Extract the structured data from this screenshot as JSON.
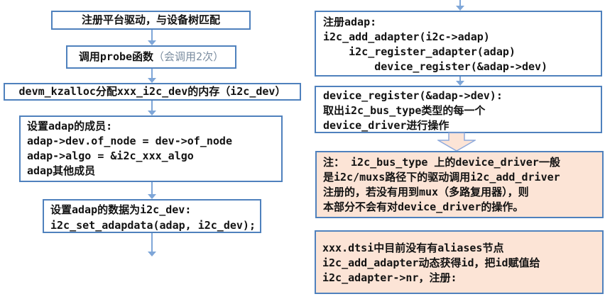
{
  "diagram": {
    "title_hint": "i2c adapter registration flowchart",
    "colors": {
      "box_border": "#4f81bd",
      "arrow": "#7ea6d8",
      "note_fill": "#fce4d6",
      "text": "#121212",
      "muted_text": "#7b8da0"
    },
    "left": {
      "box1": {
        "text": "注册平台驱动，与设备树匹配"
      },
      "box2": {
        "main": "调用probe函数",
        "note": "（会调用2次）"
      },
      "box3": {
        "text": "devm_kzalloc分配xxx_i2c_dev的内存（i2c_dev）"
      },
      "box4": {
        "lines": [
          "设置adap的成员:",
          "adap->dev.of_node = dev->of_node",
          "adap->algo = &i2c_xxx_algo",
          "adap其他成员"
        ]
      },
      "box5": {
        "lines": [
          "设置adap的数据为i2c_dev:",
          "i2c_set_adapdata(adap, i2c_dev);"
        ]
      }
    },
    "right": {
      "box1": {
        "lines": [
          "注册adap:",
          "i2c_add_adapter(i2c->adap)",
          "    i2c_register_adapter(adap)",
          "        device_register(&adap->dev)"
        ]
      },
      "box2": {
        "lines": [
          "device_register(&adap->dev):",
          "取出i2c_bus_type类型的每一个",
          "device_driver进行操作"
        ]
      },
      "note1": {
        "lines": [
          "注： i2c_bus_type 上的device_driver一般",
          "是i2c/muxs路径下的驱动调用i2c_add_driver",
          "注册的，若没有用到mux（多路复用器），则",
          "本部分不会有对device_driver的操作。"
        ]
      },
      "note2": {
        "lines": [
          "xxx.dtsi中目前没有有aliases节点",
          "i2c_add_adapter动态获得id，把id赋值给",
          "i2c_adapter->nr，注册:"
        ]
      }
    }
  }
}
